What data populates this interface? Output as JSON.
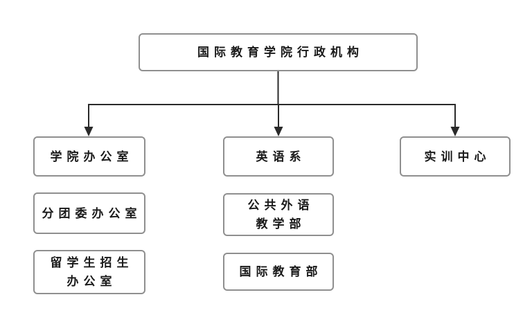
{
  "diagram": {
    "title": "国际教育学院行政机构",
    "hierarchy": {
      "root": "国际教育学院行政机构",
      "branches": [
        {
          "name": "学院办公室",
          "children": [
            "分团委办公室",
            "留学生招生办公室"
          ]
        },
        {
          "name": "英语系",
          "children": [
            "公共外语教学部",
            "国际教育部"
          ]
        },
        {
          "name": "实训中心",
          "children": []
        }
      ]
    },
    "nodes": {
      "root": {
        "lines": [
          "国际教育学院行政机构"
        ]
      },
      "college_office": {
        "lines": [
          "学院办公室"
        ]
      },
      "english_dept": {
        "lines": [
          "英语系"
        ]
      },
      "training_center": {
        "lines": [
          "实训中心"
        ]
      },
      "youth_league_office": {
        "lines": [
          "分团委办公室"
        ]
      },
      "public_foreign_lang": {
        "lines": [
          "公共外语",
          "教学部"
        ]
      },
      "intl_student_adm": {
        "lines": [
          "留学生招生",
          "办公室"
        ]
      },
      "intl_education_dept": {
        "lines": [
          "国际教育部"
        ]
      }
    },
    "colors": {
      "box_border": "#8f8f8f",
      "connector": "#2a2a2a",
      "text": "#1a1a1a",
      "background": "#ffffff"
    }
  }
}
